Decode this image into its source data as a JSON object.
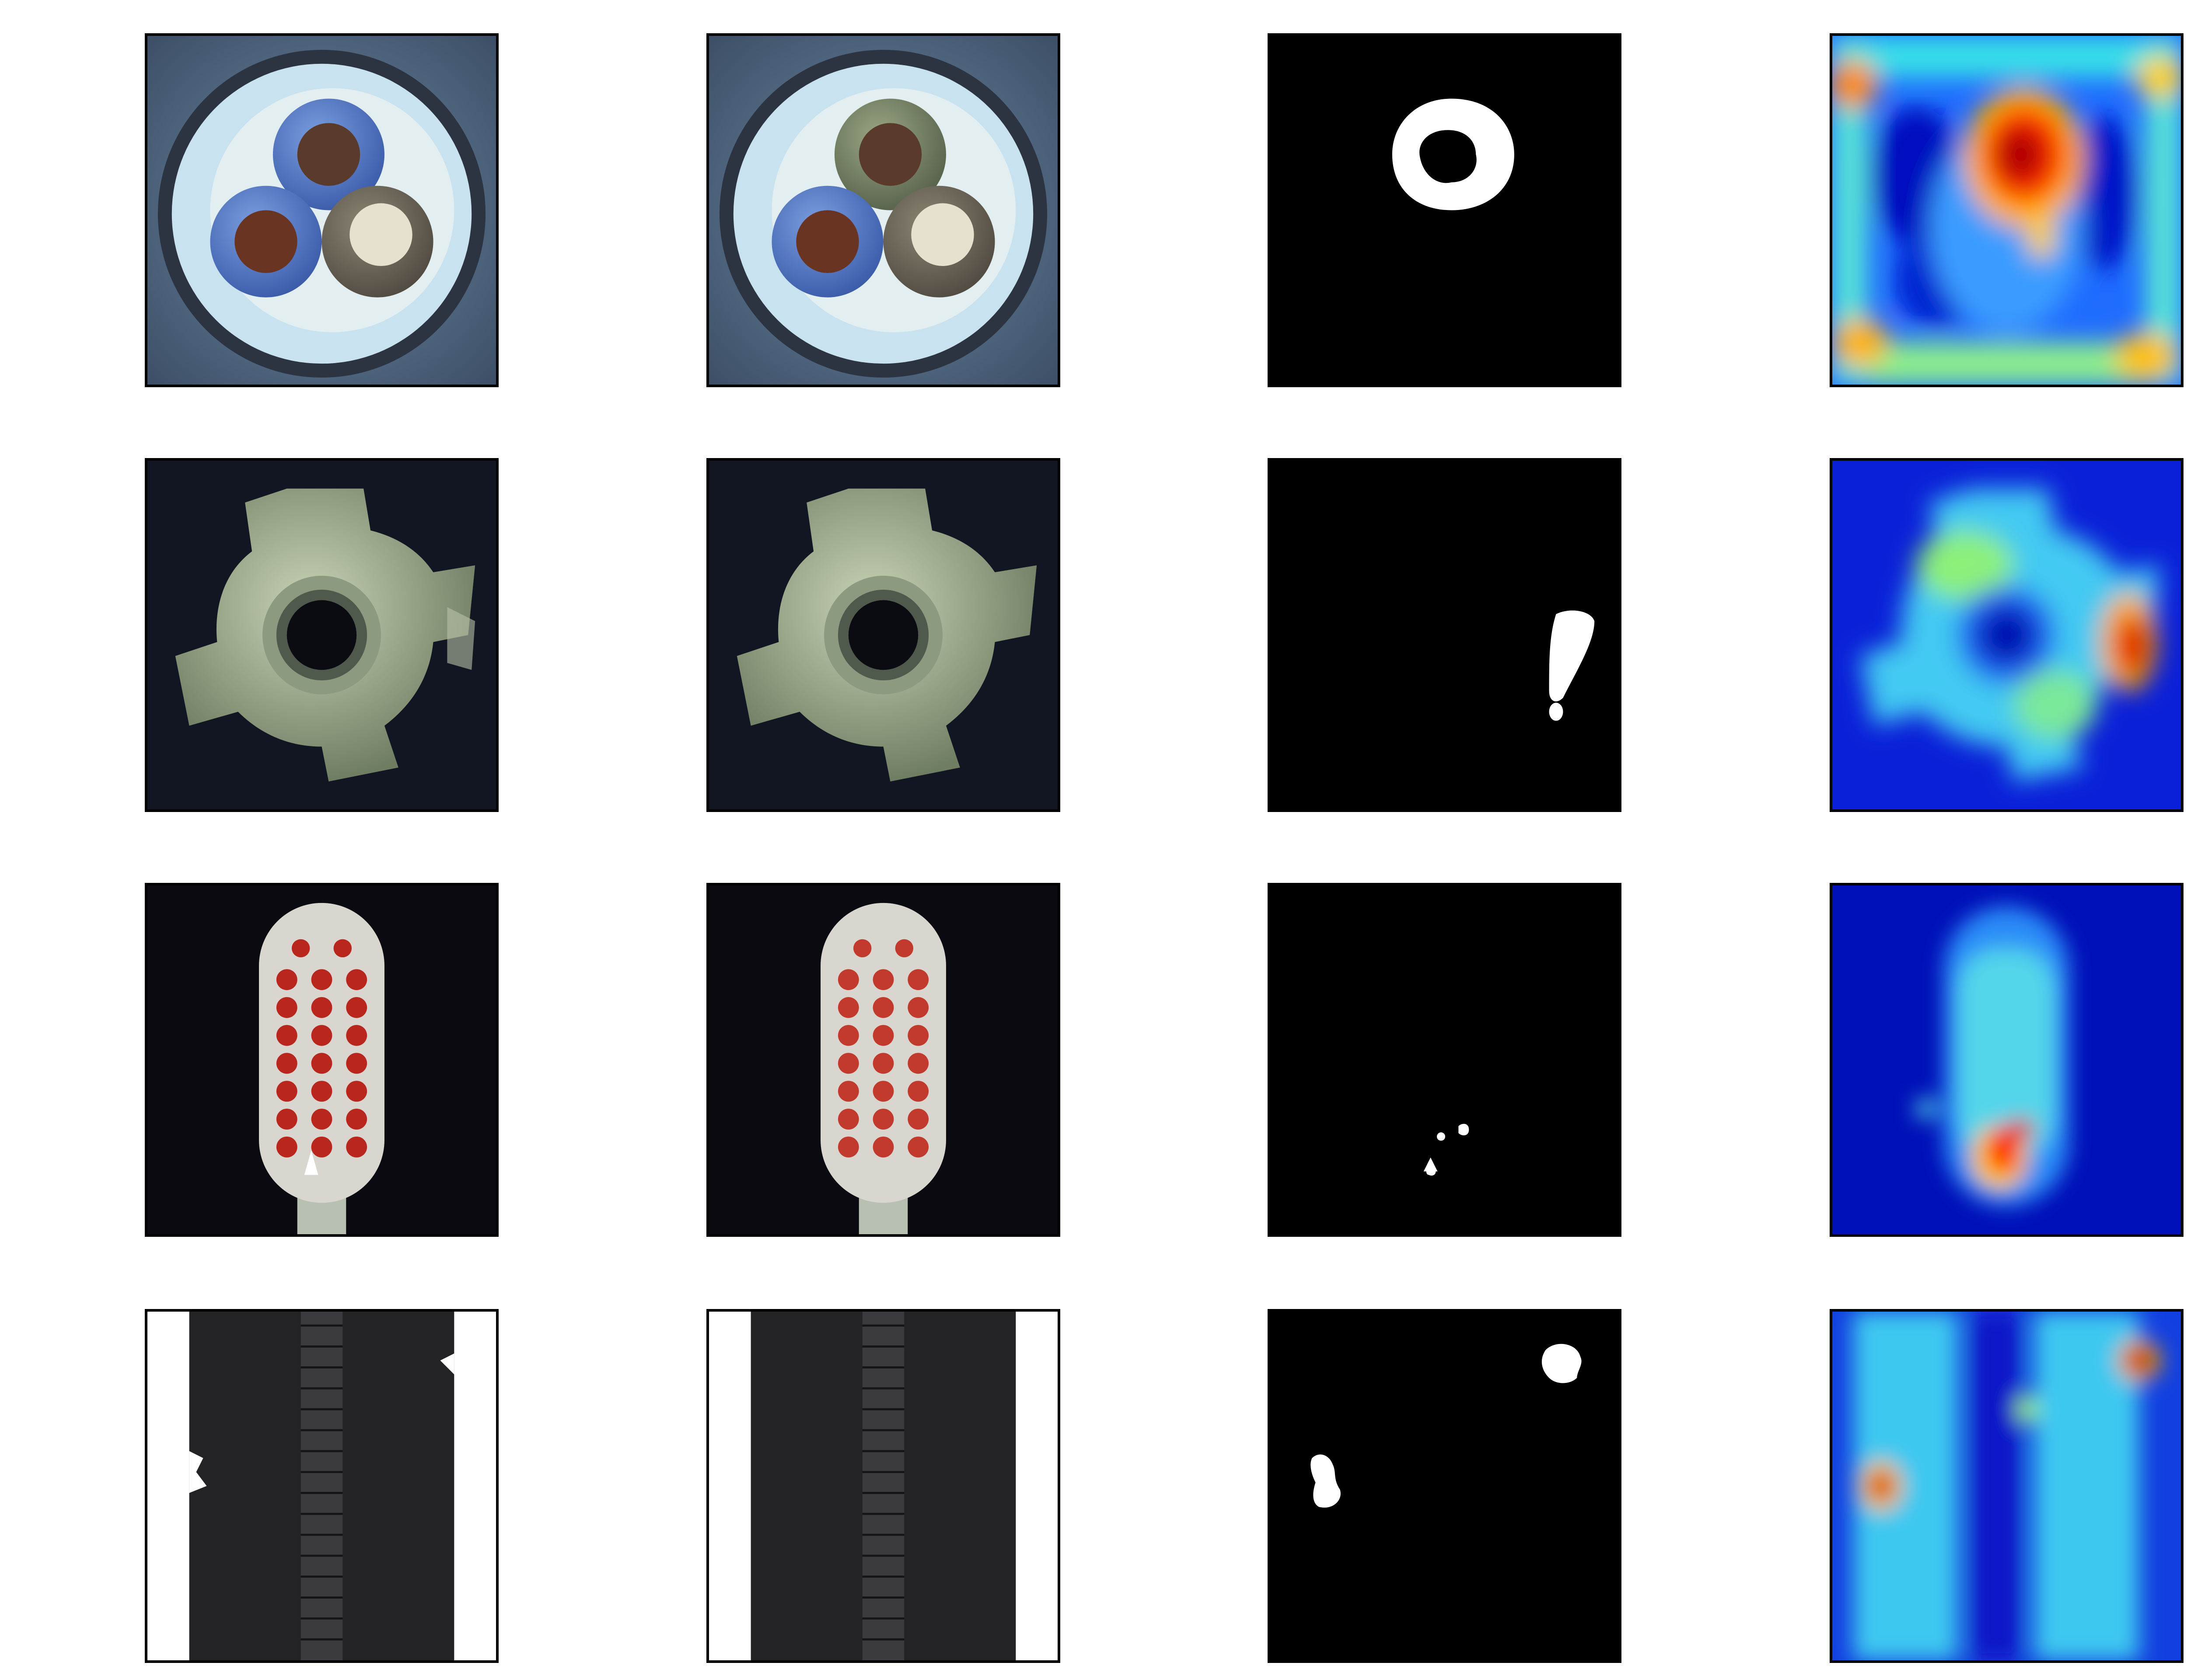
{
  "figure": {
    "rows": [
      {
        "object": "cable",
        "panels": [
          {
            "kind": "defective-image"
          },
          {
            "kind": "reconstructed-image"
          },
          {
            "kind": "ground-truth-mask"
          },
          {
            "kind": "anomaly-heatmap"
          }
        ]
      },
      {
        "object": "metal-nut",
        "panels": [
          {
            "kind": "defective-image"
          },
          {
            "kind": "reconstructed-image"
          },
          {
            "kind": "ground-truth-mask"
          },
          {
            "kind": "anomaly-heatmap"
          }
        ]
      },
      {
        "object": "toothbrush",
        "panels": [
          {
            "kind": "defective-image"
          },
          {
            "kind": "reconstructed-image"
          },
          {
            "kind": "ground-truth-mask"
          },
          {
            "kind": "anomaly-heatmap"
          }
        ]
      },
      {
        "object": "zipper",
        "panels": [
          {
            "kind": "defective-image"
          },
          {
            "kind": "reconstructed-image"
          },
          {
            "kind": "ground-truth-mask"
          },
          {
            "kind": "anomaly-heatmap"
          }
        ]
      }
    ],
    "colors": {
      "border": "#000000",
      "mask_background": "#000000",
      "mask_foreground": "#ffffff",
      "heatmap_low": "#0014c8",
      "heatmap_mid": "#39e0e8",
      "heatmap_high": "#c80000"
    }
  }
}
